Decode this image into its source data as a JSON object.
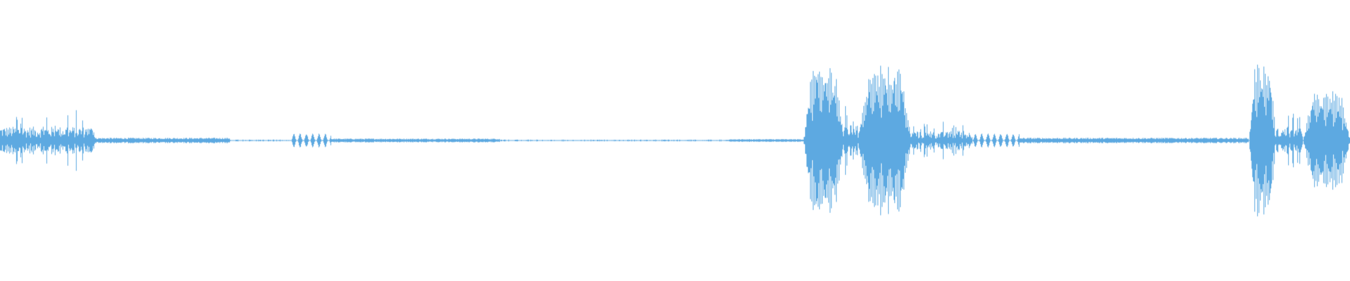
{
  "waveform": {
    "color": "#5DA9E1",
    "background": "#FFFFFF",
    "duration_fraction_visible": 1.0,
    "segments": [
      {
        "start": 0.0,
        "end": 0.07,
        "peak": 0.4,
        "kind": "noisy"
      },
      {
        "start": 0.07,
        "end": 0.17,
        "peak": 0.035,
        "kind": "quiet"
      },
      {
        "start": 0.17,
        "end": 0.215,
        "peak": 0.012,
        "kind": "sparse"
      },
      {
        "start": 0.215,
        "end": 0.245,
        "peak": 0.09,
        "kind": "pulses"
      },
      {
        "start": 0.245,
        "end": 0.37,
        "peak": 0.025,
        "kind": "quiet"
      },
      {
        "start": 0.37,
        "end": 0.54,
        "peak": 0.012,
        "kind": "sparse"
      },
      {
        "start": 0.54,
        "end": 0.595,
        "peak": 0.018,
        "kind": "quiet"
      },
      {
        "start": 0.595,
        "end": 0.625,
        "peak": 1.0,
        "kind": "burst"
      },
      {
        "start": 0.625,
        "end": 0.635,
        "peak": 0.45,
        "kind": "noisy"
      },
      {
        "start": 0.635,
        "end": 0.675,
        "peak": 1.0,
        "kind": "burst"
      },
      {
        "start": 0.675,
        "end": 0.72,
        "peak": 0.25,
        "kind": "noisy"
      },
      {
        "start": 0.72,
        "end": 0.755,
        "peak": 0.09,
        "kind": "pulses"
      },
      {
        "start": 0.755,
        "end": 0.925,
        "peak": 0.035,
        "kind": "quiet"
      },
      {
        "start": 0.925,
        "end": 0.945,
        "peak": 1.0,
        "kind": "burst"
      },
      {
        "start": 0.945,
        "end": 0.965,
        "peak": 0.35,
        "kind": "noisy"
      },
      {
        "start": 0.965,
        "end": 1.0,
        "peak": 0.65,
        "kind": "burst"
      }
    ]
  }
}
